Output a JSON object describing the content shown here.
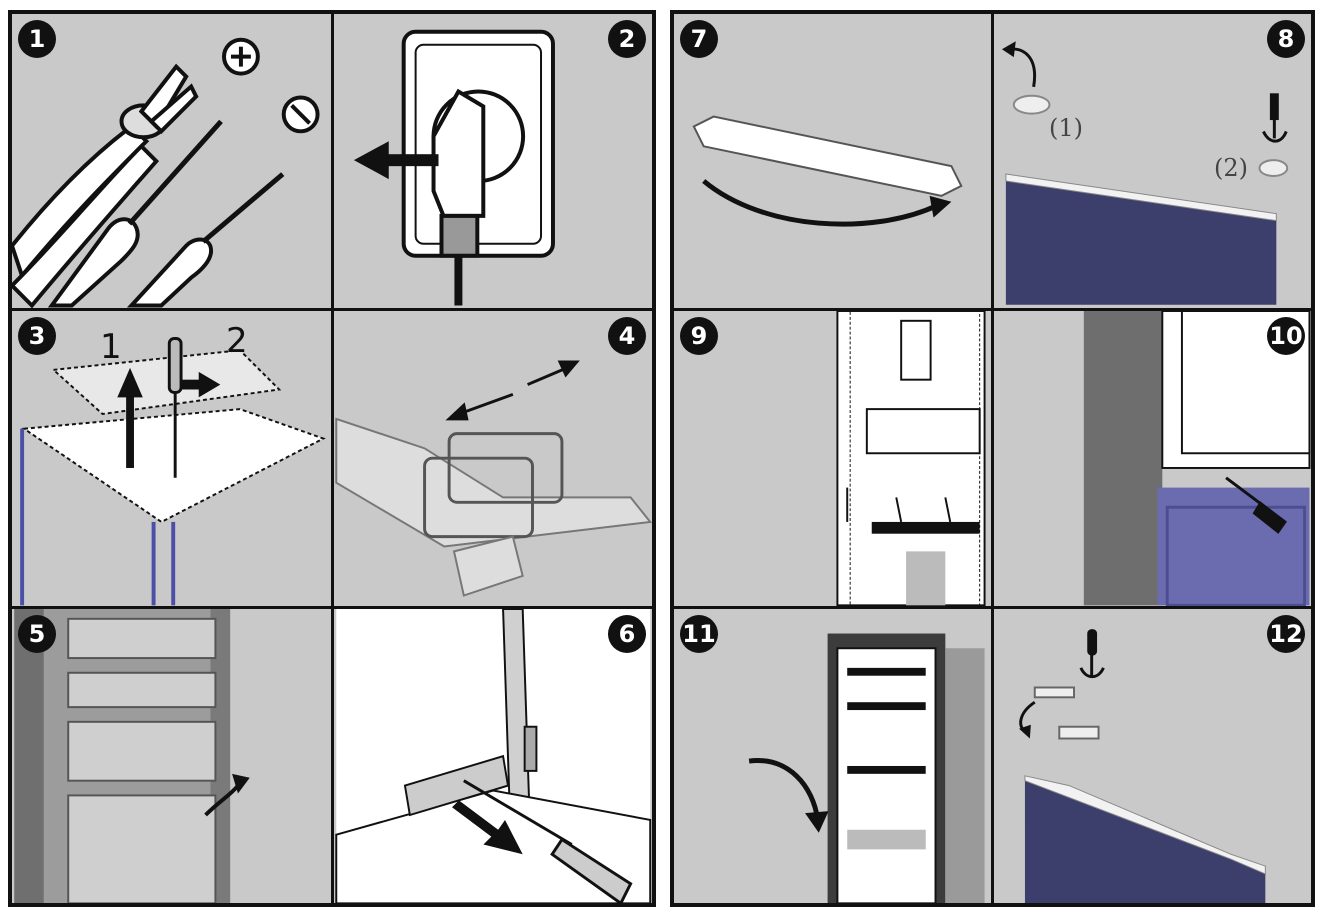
{
  "panels": [
    {
      "number": "1"
    },
    {
      "number": "2"
    },
    {
      "number": "3",
      "labels": [
        "1",
        "2"
      ]
    },
    {
      "number": "4"
    },
    {
      "number": "5"
    },
    {
      "number": "6"
    },
    {
      "number": "7"
    },
    {
      "number": "8",
      "labels": [
        "(1)",
        "(2)"
      ]
    },
    {
      "number": "9"
    },
    {
      "number": "10"
    },
    {
      "number": "11"
    },
    {
      "number": "12"
    }
  ],
  "colors": {
    "panel_bg": "#c9c9c9",
    "border": "#111111",
    "door_blue": "#3c3e6c",
    "drawer_purple": "#6b6bb0"
  },
  "icons": [
    "pliers-icon",
    "phillips-screwdriver-icon",
    "flat-screwdriver-icon",
    "plus-screw-icon",
    "minus-screw-icon",
    "power-plug-icon",
    "arrow-icon"
  ]
}
